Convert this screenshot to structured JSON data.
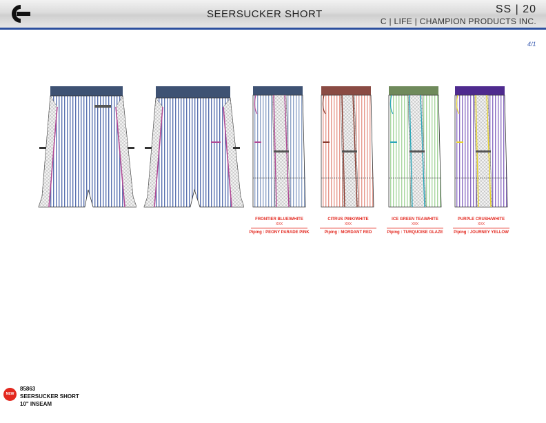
{
  "header": {
    "title": "SEERSUCKER SHORT",
    "season": "SS | 20",
    "company": "C | LIFE | CHAMPION PRODUCTS INC."
  },
  "page_number": "4/1",
  "colorways": [
    {
      "name": "FRONTIER BLUE/WHITE",
      "code": "XXX",
      "piping": "Piping : PEONY PARADE PINK",
      "base": "#8ea3c8",
      "waist": "#3e5273",
      "trim": "#b04a95"
    },
    {
      "name": "CITRUS PINK/WHITE",
      "code": "XXX",
      "piping": "Piping : MORDANT RED",
      "base": "#e79a8e",
      "waist": "#8a4b43",
      "trim": "#8a3a2e"
    },
    {
      "name": "ICE GREEN TEA/WHITE",
      "code": "XXX",
      "piping": "Piping : TURQUOISE GLAZE",
      "base": "#a8d7a0",
      "waist": "#6f8a5b",
      "trim": "#2aa6b8"
    },
    {
      "name": "PURPLE CRUSH/WHITE",
      "code": "XXX",
      "piping": "Piping : JOURNEY YELLOW",
      "base": "#8d6fc4",
      "waist": "#4e2a8e",
      "trim": "#e7d22d"
    }
  ],
  "footer": {
    "badge": "NEW",
    "style_number": "85863",
    "style_name": "SEERSUCKER SHORT",
    "inseam": "10\" INSEAM"
  }
}
